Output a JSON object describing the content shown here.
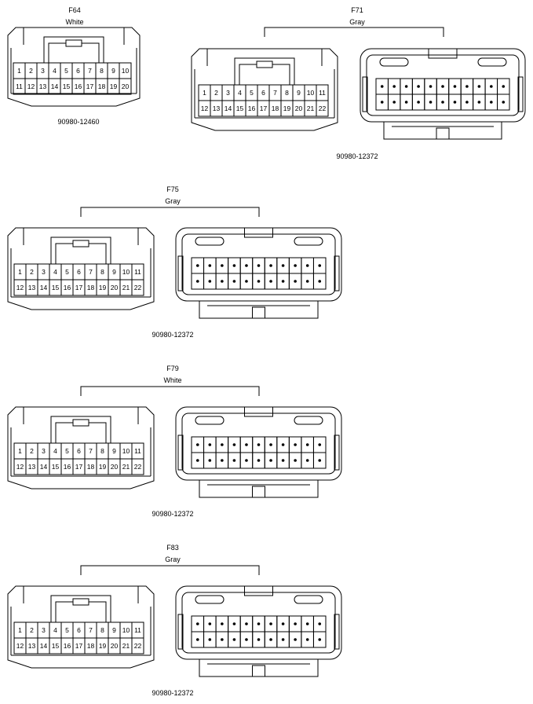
{
  "connectors": [
    {
      "id": "F64",
      "color": "White",
      "part_number": "90980-12460",
      "top_row": [
        "1",
        "2",
        "3",
        "4",
        "5",
        "6",
        "7",
        "8",
        "9",
        "10"
      ],
      "bottom_row": [
        "11",
        "12",
        "13",
        "14",
        "15",
        "16",
        "17",
        "18",
        "19",
        "20"
      ]
    },
    {
      "id": "F71",
      "color": "Gray",
      "part_number": "90980-12372",
      "top_row": [
        "1",
        "2",
        "3",
        "4",
        "5",
        "6",
        "7",
        "8",
        "9",
        "10",
        "11"
      ],
      "bottom_row": [
        "12",
        "13",
        "14",
        "15",
        "16",
        "17",
        "18",
        "19",
        "20",
        "21",
        "22"
      ]
    },
    {
      "id": "F75",
      "color": "Gray",
      "part_number": "90980-12372",
      "top_row": [
        "1",
        "2",
        "3",
        "4",
        "5",
        "6",
        "7",
        "8",
        "9",
        "10",
        "11"
      ],
      "bottom_row": [
        "12",
        "13",
        "14",
        "15",
        "16",
        "17",
        "18",
        "19",
        "20",
        "21",
        "22"
      ]
    },
    {
      "id": "F79",
      "color": "White",
      "part_number": "90980-12372",
      "top_row": [
        "1",
        "2",
        "3",
        "4",
        "5",
        "6",
        "7",
        "8",
        "9",
        "10",
        "11"
      ],
      "bottom_row": [
        "12",
        "13",
        "14",
        "15",
        "16",
        "17",
        "18",
        "19",
        "20",
        "21",
        "22"
      ]
    },
    {
      "id": "F83",
      "color": "Gray",
      "part_number": "90980-12372",
      "top_row": [
        "1",
        "2",
        "3",
        "4",
        "5",
        "6",
        "7",
        "8",
        "9",
        "10",
        "11"
      ],
      "bottom_row": [
        "12",
        "13",
        "14",
        "15",
        "16",
        "17",
        "18",
        "19",
        "20",
        "21",
        "22"
      ]
    }
  ]
}
